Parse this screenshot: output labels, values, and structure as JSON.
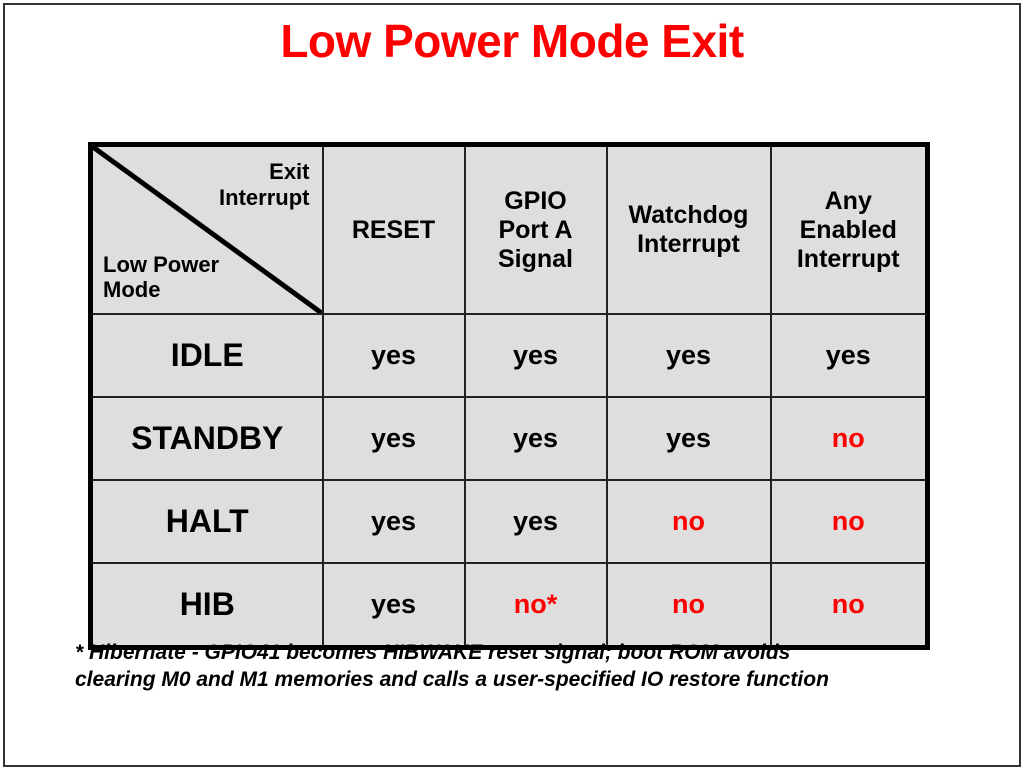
{
  "slide": {
    "title": "Low Power Mode Exit",
    "title_color": "#FF0000",
    "background_color": "#FFFFFF",
    "border_color": "#333333"
  },
  "table": {
    "cell_background": "#DEDEDE",
    "grid_color": "#222222",
    "corner": {
      "column_axis_label": "Exit\nInterrupt",
      "row_axis_label": "Low Power\nMode",
      "diagonal": "corner-diagonal-line"
    },
    "column_headers": [
      "RESET",
      "GPIO\nPort A\nSignal",
      "Watchdog\nInterrupt",
      "Any\nEnabled\nInterrupt"
    ],
    "rows": [
      {
        "mode": "IDLE",
        "cells": [
          {
            "text": "yes",
            "state": "yes"
          },
          {
            "text": "yes",
            "state": "yes"
          },
          {
            "text": "yes",
            "state": "yes"
          },
          {
            "text": "yes",
            "state": "yes"
          }
        ]
      },
      {
        "mode": "STANDBY",
        "cells": [
          {
            "text": "yes",
            "state": "yes"
          },
          {
            "text": "yes",
            "state": "yes"
          },
          {
            "text": "yes",
            "state": "yes"
          },
          {
            "text": "no",
            "state": "no"
          }
        ]
      },
      {
        "mode": "HALT",
        "cells": [
          {
            "text": "yes",
            "state": "yes"
          },
          {
            "text": "yes",
            "state": "yes"
          },
          {
            "text": "no",
            "state": "no"
          },
          {
            "text": "no",
            "state": "no"
          }
        ]
      },
      {
        "mode": "HIB",
        "cells": [
          {
            "text": "yes",
            "state": "yes"
          },
          {
            "text": "no*",
            "state": "no"
          },
          {
            "text": "no",
            "state": "no"
          },
          {
            "text": "no",
            "state": "no"
          }
        ]
      }
    ],
    "value_colors": {
      "yes": "#000000",
      "no": "#FF0000"
    }
  },
  "footnote": "* Hibernate  - GPIO41 becomes HIBWAKE reset signal; boot ROM avoids\nclearing M0 and M1 memories and calls a user-specified IO restore function"
}
